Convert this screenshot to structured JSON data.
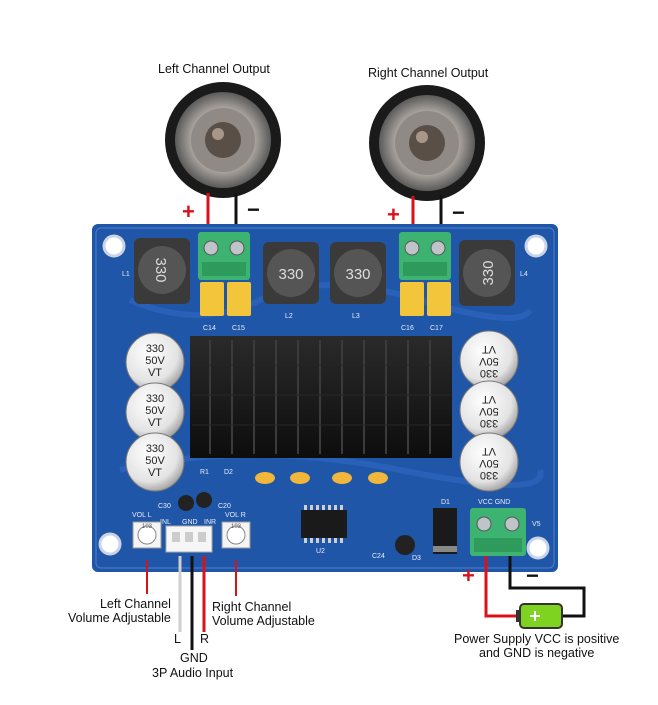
{
  "labels": {
    "left_output": "Left Channel Output",
    "right_output": "Right Channel Output",
    "left_volume_line1": "Left Channel",
    "left_volume_line2": "Volume Adjustable",
    "right_volume_line1": "Right Channel",
    "right_volume_line2": "Volume Adjustable",
    "input_l": "L",
    "input_r": "R",
    "input_gnd": "GND",
    "input_name": "3P Audio Input",
    "power_line1": "Power Supply VCC is positive",
    "power_line2": "and GND is negative",
    "plus": "+",
    "minus": "−"
  },
  "board": {
    "inductor_marking": "330",
    "cap_rating": [
      "330",
      "50V",
      "VT"
    ],
    "silk": {
      "l1": "L1",
      "l2": "L2",
      "l3": "L3",
      "l4": "L4",
      "c14": "C14",
      "c15": "C15",
      "c16": "C16",
      "c17": "C17",
      "vol_l": "VOL L",
      "vol_r": "VOL R",
      "pot_code": "103",
      "inr": "INR",
      "gnd": "GND",
      "inl": "INL",
      "u2": "U2",
      "v5": "V5",
      "d1": "D1",
      "d3": "D3",
      "vcc_gnd": "VCC GND",
      "c20": "C20",
      "c30": "C30",
      "c24": "C24",
      "r1": "R1",
      "d2": "D2"
    }
  },
  "colors": {
    "board": "#1f56a8",
    "board_dark": "#163f80",
    "wire_red": "#d9111a",
    "wire_black": "#111111",
    "terminal_green": "#3cb371",
    "cap_yellow": "#f3c53a",
    "battery_green": "#7ed321"
  }
}
